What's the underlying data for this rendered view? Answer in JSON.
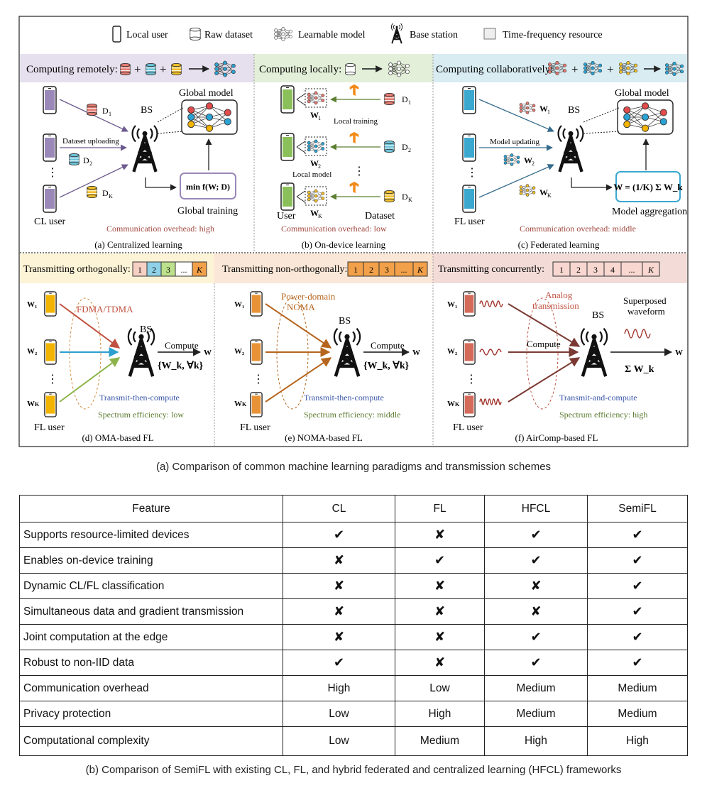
{
  "legend": {
    "local_user": "Local user",
    "raw_dataset": "Raw dataset",
    "learnable_model": "Learnable model",
    "base_station": "Base station",
    "tf_resource": "Time-frequency resource"
  },
  "panel_a": {
    "header": "Computing remotely:",
    "global_model": "Global model",
    "bs": "BS",
    "d1": "D",
    "d1_sub": "1",
    "d2": "D",
    "d2_sub": "2",
    "dk": "D",
    "dk_sub": "K",
    "dataset_uploading": "Dataset uploading",
    "global_training": "Global training",
    "cl_user": "CL user",
    "objective": "min f(W; D)",
    "overhead": "Communication overhead: high",
    "caption": "(a) Centralized learning"
  },
  "panel_b": {
    "header": "Computing locally:",
    "local_training": "Local training",
    "local_model": "Local model",
    "user": "User",
    "dataset": "Dataset",
    "w1": "W",
    "w1_sub": "1",
    "w2": "W",
    "w2_sub": "2",
    "wk": "W",
    "wk_sub": "K",
    "d1": "D",
    "d1_sub": "1",
    "d2": "D",
    "d2_sub": "2",
    "dk": "D",
    "dk_sub": "K",
    "overhead": "Communication overhead: low",
    "caption": "(b) On-device learning"
  },
  "panel_c": {
    "header": "Computing collaboratively:",
    "global_model": "Global model",
    "bs": "BS",
    "model_updating": "Model updating",
    "w1": "W",
    "w1_sub": "1",
    "w2": "W",
    "w2_sub": "2",
    "wk": "W",
    "wk_sub": "K",
    "aggregation_formula": "W = (1/K) Σ W_k",
    "model_aggregation": "Model aggregation",
    "fl_user": "FL user",
    "overhead": "Communication overhead: middle",
    "caption": "(c) Federated learning"
  },
  "panel_d": {
    "header": "Transmitting orthogonally:",
    "blocks": [
      "1",
      "2",
      "3",
      "...",
      "K"
    ],
    "scheme": "FDMA/TDMA",
    "bs": "BS",
    "compute": "Compute",
    "set": "{W_k, ∀k}",
    "w_out": "W",
    "method": "Transmit-then-compute",
    "efficiency": "Spectrum efficiency: low",
    "fl_user": "FL user",
    "caption": "(d) OMA-based FL"
  },
  "panel_e": {
    "header": "Transmitting non-orthogonally:",
    "blocks": [
      "1",
      "2",
      "3",
      "...",
      "K"
    ],
    "scheme_line1": "Power-domain",
    "scheme_line2": "NOMA",
    "bs": "BS",
    "compute": "Compute",
    "set": "{W_k, ∀k}",
    "w_out": "W",
    "method": "Transmit-then-compute",
    "efficiency": "Spectrum efficiency: middle",
    "fl_user": "FL user",
    "caption": "(e) NOMA-based FL"
  },
  "panel_f": {
    "header": "Transmitting concurrently:",
    "blocks": [
      "1",
      "2",
      "3",
      "4",
      "...",
      "K"
    ],
    "scheme_line1": "Analog",
    "scheme_line2": "transmission",
    "bs": "BS",
    "compute": "Compute",
    "superposed_line1": "Superposed",
    "superposed_line2": "waveform",
    "sum": "Σ W_k",
    "w_out": "W",
    "method": "Transmit-and-compute",
    "efficiency": "Spectrum efficiency: high",
    "fl_user": "FL user",
    "caption": "(f) AirComp-based FL"
  },
  "caption_a": "(a) Comparison of common machine learning paradigms and transmission schemes",
  "caption_b": "(b) Comparison of SemiFL with existing CL, FL, and hybrid federated and centralized learning (HFCL) frameworks",
  "table": {
    "headers": [
      "Feature",
      "CL",
      "FL",
      "HFCL",
      "SemiFL"
    ],
    "rows": [
      [
        "Supports resource-limited devices",
        "✔",
        "✘",
        "✔",
        "✔"
      ],
      [
        "Enables on-device training",
        "✘",
        "✔",
        "✔",
        "✔"
      ],
      [
        "Dynamic CL/FL classification",
        "✘",
        "✘",
        "✘",
        "✔"
      ],
      [
        "Simultaneous data and gradient transmission",
        "✘",
        "✘",
        "✘",
        "✔"
      ],
      [
        "Joint computation at the edge",
        "✘",
        "✘",
        "✔",
        "✔"
      ],
      [
        "Robust to non-IID data",
        "✔",
        "✘",
        "✔",
        "✔"
      ],
      [
        "Communication overhead",
        "High",
        "Low",
        "Medium",
        "Medium"
      ],
      [
        "Privacy protection",
        "Low",
        "High",
        "Medium",
        "Medium"
      ],
      [
        "Computational complexity",
        "Low",
        "Medium",
        "High",
        "High"
      ]
    ]
  },
  "colors": {
    "bg_a": "#e6e0ee",
    "bg_b": "#e3efd8",
    "bg_c": "#d8ecf2",
    "bg_d": "#fdf3d6",
    "bg_e": "#fbe7d7",
    "bg_f": "#f3dcd8",
    "phone_purple": "#9a88b9",
    "phone_green": "#8bbf5a",
    "phone_cyan": "#3aa8cf",
    "phone_yellow": "#f2b400",
    "phone_orange": "#e89237",
    "phone_red": "#d46a5a",
    "overhead_text": "#a0483f",
    "method_text": "#3a57a8",
    "efficiency_text": "#5b7a2e"
  }
}
